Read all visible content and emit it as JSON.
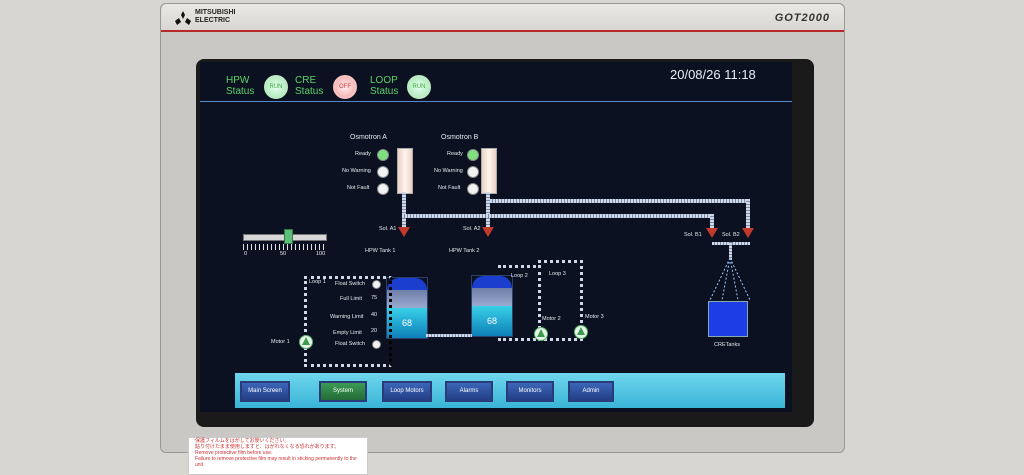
{
  "bezel": {
    "brand_line1": "MITSUBISHI",
    "brand_line2": "ELECTRIC",
    "model": "GOT2000"
  },
  "header": {
    "datetime": "20/08/26 11:18",
    "statuses": [
      {
        "label1": "HPW",
        "label2": "Status",
        "state": "RUN"
      },
      {
        "label1": "CRE",
        "label2": "Status",
        "state": "OFF"
      },
      {
        "label1": "LOOP",
        "label2": "Status",
        "state": "RUN"
      }
    ]
  },
  "osmotron_a": {
    "title": "Osmotron A",
    "ready": "Ready",
    "warning": "No Warning",
    "fault": "Not Fault"
  },
  "osmotron_b": {
    "title": "Osmotron B",
    "ready": "Ready",
    "warning": "No Warning",
    "fault": "Not Fault"
  },
  "valves": {
    "a1": "Sol. A1",
    "a2": "Sol. A2",
    "b1": "Sol. B1",
    "b2": "Sol. B2"
  },
  "slider": {
    "min": "0",
    "mid": "50",
    "max": "100",
    "value_pct": 55
  },
  "tank1": {
    "title": "HPW Tank 1",
    "level": "68"
  },
  "tank2": {
    "title": "HPW Tank 2",
    "level": "68"
  },
  "loop1": {
    "title": "Loop 1",
    "float_switch_top": "Float Switch",
    "full_limit_label": "Full Limit",
    "full_limit": "75",
    "warning_limit_label": "Warning Limit",
    "warning_limit": "40",
    "empty_limit_label": "Empty Limit",
    "empty_limit": "20",
    "float_switch_bottom": "Float Switch"
  },
  "loops": {
    "loop2": "Loop 2",
    "loop3": "Loop 3"
  },
  "motors": {
    "m1": "Motor 1",
    "m2": "Motor 2",
    "m3": "Motor 3"
  },
  "cre": {
    "label": "CRETanks"
  },
  "nav": [
    "Main Screen",
    "System",
    "Loop Motors",
    "Alarms",
    "Monitors",
    "Admin"
  ],
  "sticker": {
    "line1": "保護フィルムをはがしてお使いください。",
    "line2": "貼り付けたまま使用しますと、はがれなくなる恐れがあります。",
    "line3": "Remove protective film before use.",
    "line4": "Failure to remove protective film may result in sticking permanently to the unit."
  }
}
